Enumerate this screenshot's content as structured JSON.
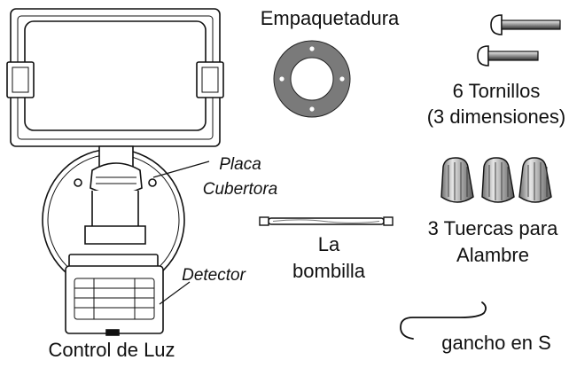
{
  "labels": {
    "gasket": "Empaquetadura",
    "screws_line1": "6 Tornillos",
    "screws_line2": "(3 dimensiones)",
    "cover_plate_line1": "Placa",
    "cover_plate_line2": "Cubertora",
    "detector": "Detector",
    "light_control": "Control de Luz",
    "bulb_line1": "La",
    "bulb_line2": "bombilla",
    "wire_nuts_line1": "3 Tuercas para",
    "wire_nuts_line2": "Alambre",
    "s_hook": "gancho en S"
  },
  "colors": {
    "line": "#111111",
    "gasket": "#7a7a7a",
    "metal_dark": "#444444",
    "metal_light": "#bdbdbd"
  }
}
